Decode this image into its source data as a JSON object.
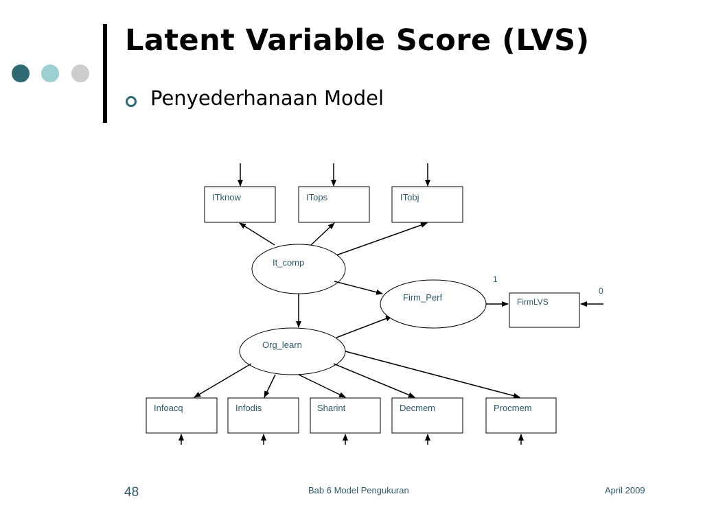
{
  "slide": {
    "title": "Latent Variable Score (LVS)",
    "bullet": "Penyederhanaan Model",
    "accent_colors": [
      "#2e6a72",
      "#9dd0d2",
      "#cccccc"
    ]
  },
  "diagram": {
    "observed": {
      "itknow": "ITknow",
      "itops": "ITops",
      "itobj": "ITobj",
      "firmlvs": "FirmLVS",
      "infoacq": "Infoacq",
      "infodis": "Infodis",
      "sharint": "Sharint",
      "decmem": "Decmem",
      "procmem": "Procmem"
    },
    "latent": {
      "it_comp": "It_comp",
      "firm_perf": "Firm_Perf",
      "org_learn": "Org_learn"
    },
    "path_labels": {
      "loading": "1",
      "error": "0"
    }
  },
  "footer": {
    "page_number": "48",
    "center": "Bab 6 Model Pengukuran",
    "date": "April 2009"
  }
}
